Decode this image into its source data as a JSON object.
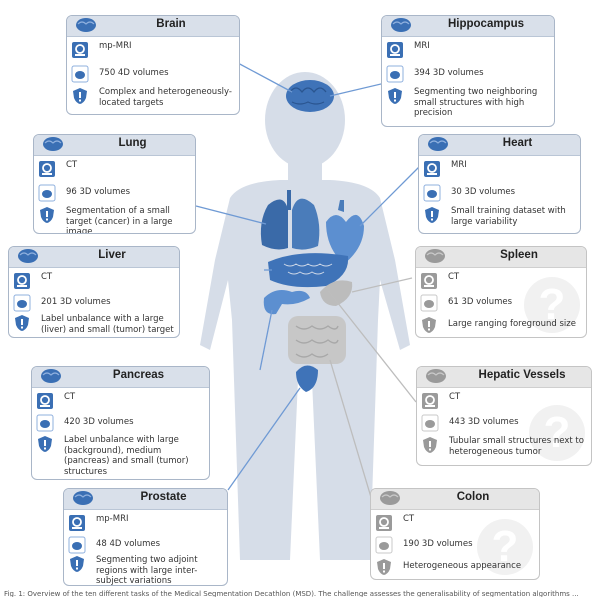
{
  "colors": {
    "accent_border": "#a9b6c8",
    "accent_header": "#d9e0ea",
    "organ_blue": "#3a6fb4",
    "body_silhouette": "#d5dde8",
    "inactive_gray": "#c4c4c4"
  },
  "tasks": [
    {
      "id": "brain",
      "title": "Brain",
      "modality": "mp-MRI",
      "volumes": "750 4D volumes",
      "challenge": "Complex and heterogeneously-located targets",
      "active": true
    },
    {
      "id": "hippocampus",
      "title": "Hippocampus",
      "modality": "MRI",
      "volumes": "394 3D volumes",
      "challenge": "Segmenting two neighboring small structures with high precision",
      "active": true
    },
    {
      "id": "lung",
      "title": "Lung",
      "modality": "CT",
      "volumes": "96 3D volumes",
      "challenge": "Segmentation of a small target (cancer) in a large image",
      "active": true
    },
    {
      "id": "heart",
      "title": "Heart",
      "modality": "MRI",
      "volumes": "30 3D volumes",
      "challenge": "Small training dataset with large variability",
      "active": true
    },
    {
      "id": "liver",
      "title": "Liver",
      "modality": "CT",
      "volumes": "201 3D volumes",
      "challenge": "Label unbalance with a large (liver) and small (tumor) target",
      "active": true
    },
    {
      "id": "spleen",
      "title": "Spleen",
      "modality": "CT",
      "volumes": "61 3D volumes",
      "challenge": "Large ranging foreground size",
      "active": false
    },
    {
      "id": "pancreas",
      "title": "Pancreas",
      "modality": "CT",
      "volumes": "420 3D volumes",
      "challenge": "Label unbalance with large (background), medium (pancreas) and small (tumor) structures",
      "active": true
    },
    {
      "id": "hepatic",
      "title": "Hepatic Vessels",
      "modality": "CT",
      "volumes": "443 3D volumes",
      "challenge": "Tubular small structures next to heterogeneous tumor",
      "active": false
    },
    {
      "id": "prostate",
      "title": "Prostate",
      "modality": "mp-MRI",
      "volumes": "48 4D volumes",
      "challenge": "Segmenting two adjoint regions with large inter-subject variations",
      "active": true
    },
    {
      "id": "colon",
      "title": "Colon",
      "modality": "CT",
      "volumes": "190 3D volumes",
      "challenge": "Heterogeneous appearance",
      "active": false
    }
  ],
  "icons": {
    "modality": "scanner-icon",
    "volumes": "organ-volume-icon",
    "challenge": "shield-exclamation-icon",
    "unknown": "question-mark"
  },
  "unknown_mark": "?",
  "caption": "Fig. 1: Overview of the ten different tasks of the Medical Segmentation Decathlon (MSD). The challenge assesses the generalisability of segmentation algorithms ..."
}
